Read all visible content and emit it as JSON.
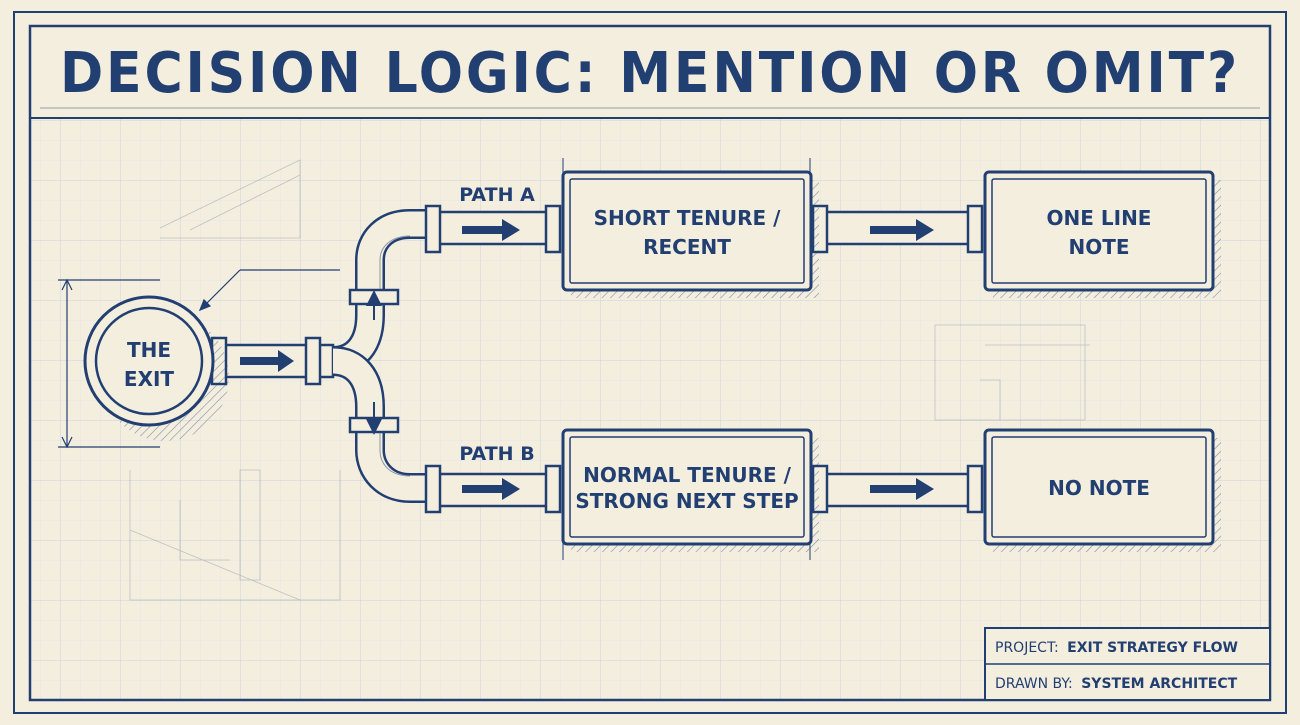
{
  "title": "DECISION LOGIC: MENTION OR OMIT?",
  "start_node": {
    "line1": "THE",
    "line2": "EXIT"
  },
  "path_a": {
    "label": "PATH A",
    "condition_line1": "SHORT TENURE /",
    "condition_line2": "RECENT",
    "outcome_line1": "ONE LINE",
    "outcome_line2": "NOTE"
  },
  "path_b": {
    "label": "PATH B",
    "condition_line1": "NORMAL TENURE /",
    "condition_line2": "STRONG NEXT STEP",
    "outcome": "NO NOTE"
  },
  "title_block": {
    "project_label": "PROJECT:",
    "project_value": "EXIT STRATEGY FLOW",
    "drawn_label": "DRAWN BY:",
    "drawn_value": "SYSTEM ARCHITECT"
  },
  "colors": {
    "ink": "#223f72",
    "paper": "#f4eedf",
    "grid": "#d6dbe2"
  }
}
